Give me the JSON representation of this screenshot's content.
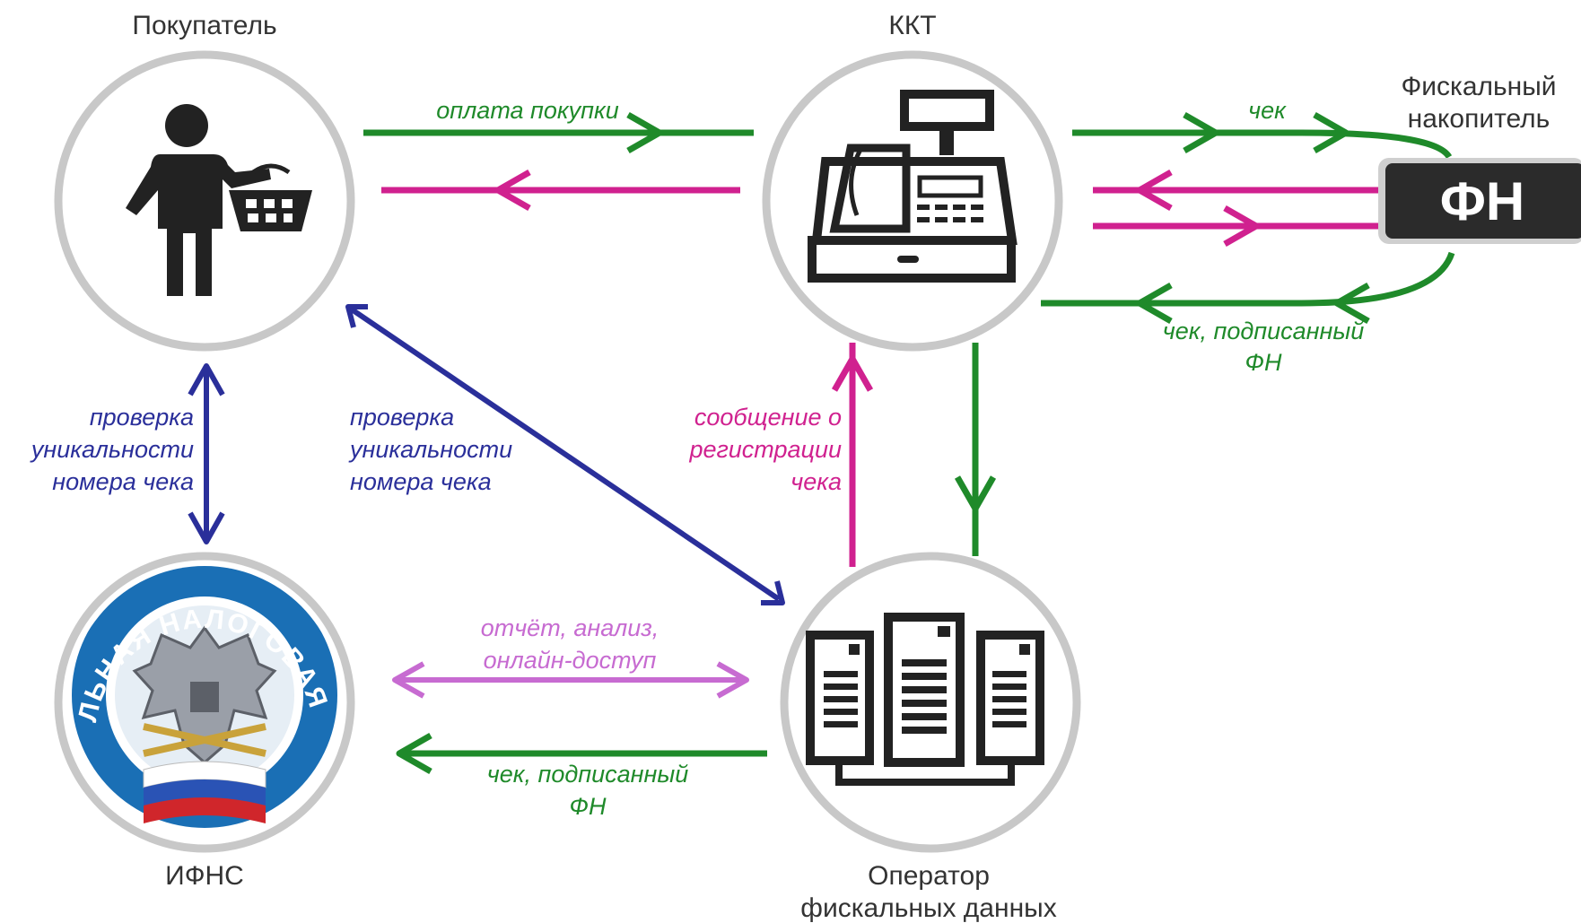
{
  "colors": {
    "green": "#1f8a2a",
    "magenta": "#d0218f",
    "blue": "#2a2f9a",
    "lilac": "#c76bd1",
    "circle_stroke": "#c8c8c8",
    "icon": "#222222",
    "fn_box": "#2b2b2b"
  },
  "nodes": {
    "buyer": {
      "label": "Покупатель",
      "icon": "person-with-basket-icon"
    },
    "kkt": {
      "label": "ККТ",
      "icon": "cash-register-icon"
    },
    "fn": {
      "label_line1": "Фискальный",
      "label_line2": "накопитель",
      "box_text": "ФН"
    },
    "ifns": {
      "label": "ИФНС",
      "icon": "tax-service-emblem",
      "seal_text": "ФЕДЕРАЛЬНАЯ НАЛОГОВАЯ СЛУЖБА"
    },
    "ofd": {
      "label_line1": "Оператор",
      "label_line2": "фискальных данных",
      "icon": "servers-icon"
    }
  },
  "edges": {
    "payment": {
      "label": "оплата покупки"
    },
    "check": {
      "label": "чек"
    },
    "signed_check_fn": {
      "line1": "чек, подписанный",
      "line2": "ФН"
    },
    "verify_left": {
      "line1": "проверка",
      "line2": "уникальности",
      "line3": "номера чека"
    },
    "verify_diag": {
      "line1": "проверка",
      "line2": "уникальности",
      "line3": "номера чека"
    },
    "registration_msg": {
      "line1": "сообщение о",
      "line2": "регистрации",
      "line3": "чека"
    },
    "report": {
      "line1": "отчёт, анализ,",
      "line2": "онлайн-доступ"
    },
    "signed_check_ofd": {
      "line1": "чек, подписанный",
      "line2": "ФН"
    }
  }
}
